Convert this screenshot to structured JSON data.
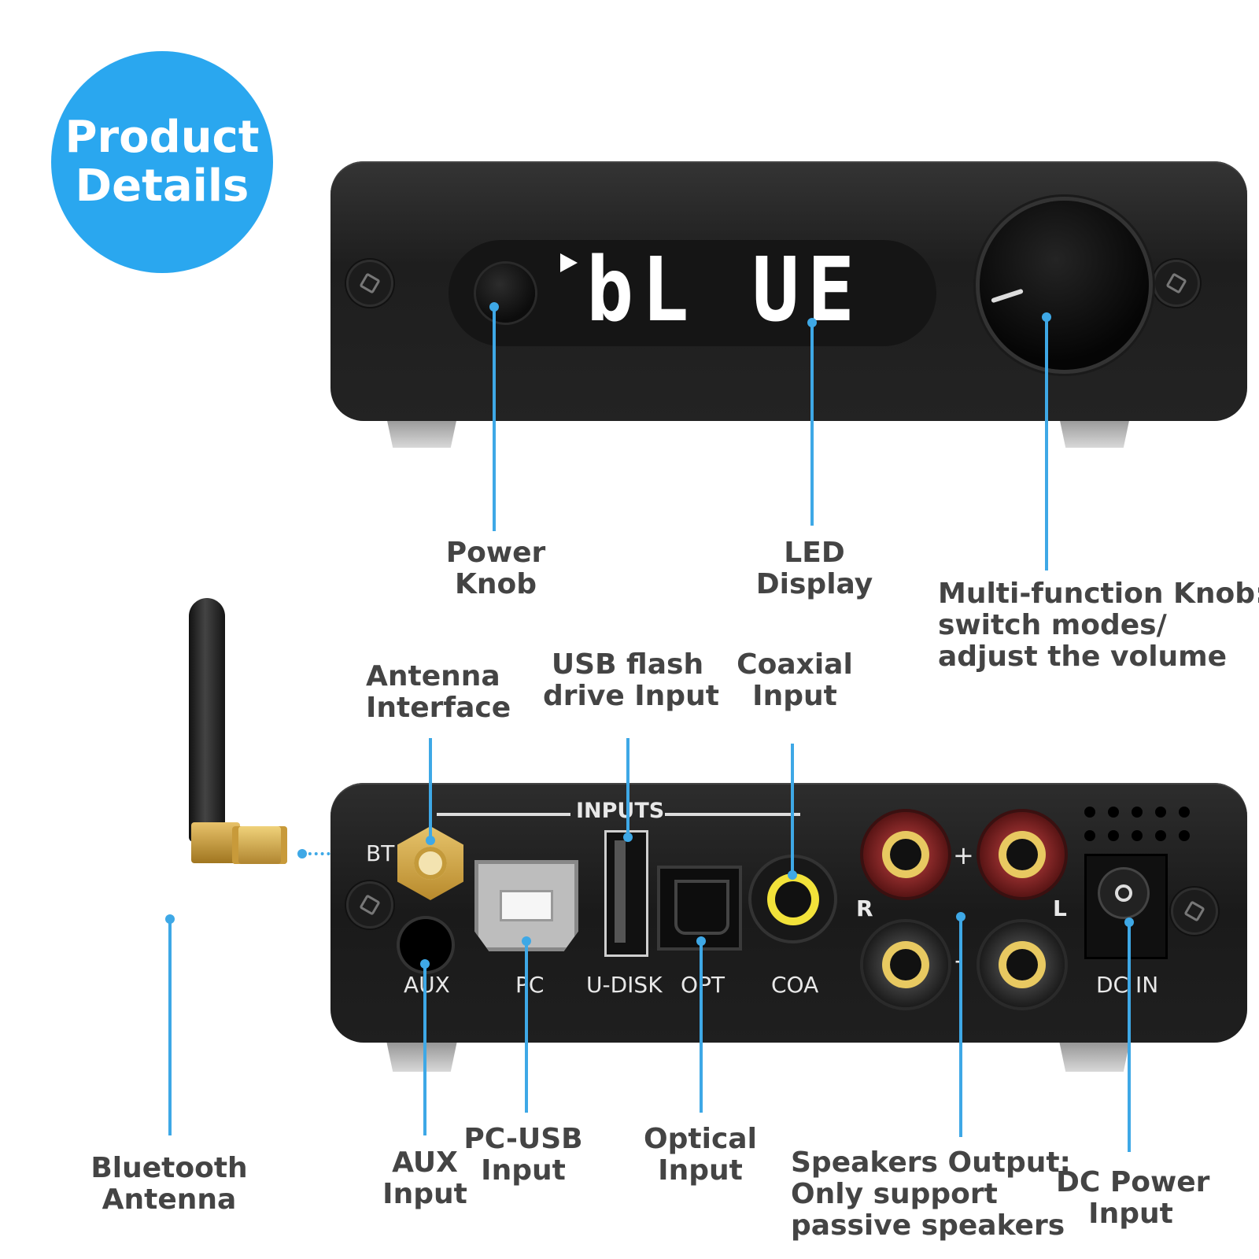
{
  "badge": {
    "line1": "Product",
    "line2": "Details"
  },
  "front": {
    "led_text": "bL UE"
  },
  "back": {
    "inputs_label": "INPUTS",
    "port_labels": {
      "bt": "BT",
      "aux": "AUX",
      "pc": "PC",
      "udisk": "U-DISK",
      "opt": "OPT",
      "coa": "COA",
      "r": "R",
      "l": "L",
      "plus": "+",
      "minus": "-",
      "dcin": "DC IN"
    }
  },
  "callouts": {
    "power_knob": {
      "line1": "Power",
      "line2": "Knob"
    },
    "led_display": {
      "line1": "LED",
      "line2": "Display"
    },
    "multi_knob": {
      "line1": "Multi-function Knob:",
      "line2": "switch modes/",
      "line3": "adjust the volume"
    },
    "antenna_interface": {
      "line1": "Antenna",
      "line2": "Interface"
    },
    "usb_flash": {
      "line1": "USB flash",
      "line2": "drive Input"
    },
    "coaxial": {
      "line1": "Coaxial",
      "line2": "Input"
    },
    "bluetooth_antenna": {
      "line1": "Bluetooth",
      "line2": "Antenna"
    },
    "aux_input": {
      "line1": "AUX",
      "line2": "Input"
    },
    "pc_usb": {
      "line1": "PC-USB",
      "line2": "Input"
    },
    "optical": {
      "line1": "Optical",
      "line2": "Input"
    },
    "speakers": {
      "line1": "Speakers Output:",
      "line2": "Only support",
      "line3": "passive speakers"
    },
    "dc_power": {
      "line1": "DC Power",
      "line2": "Input"
    }
  },
  "colors": {
    "accent": "#2aa7ef",
    "leader_line": "#3ea8e6",
    "unit_body": "#262626",
    "label_text": "#444444"
  }
}
